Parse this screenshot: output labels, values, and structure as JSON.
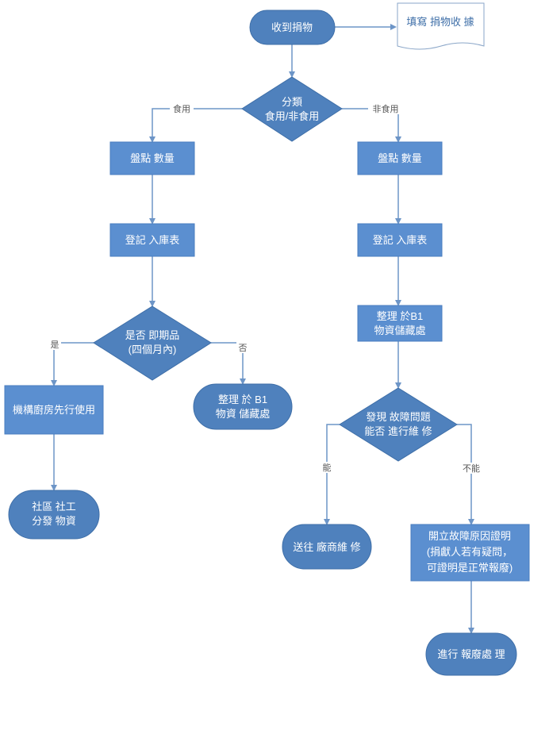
{
  "nodes": {
    "start": "收到捐物",
    "receipt": "填寫 捐物收 據",
    "classify": [
      "分類",
      "食用/非食用"
    ],
    "count_left": "盤點 數量",
    "count_right": "盤點 數量",
    "register_left": "登記 入庫表",
    "register_right": "登記 入庫表",
    "expiry": [
      "是否 即期品",
      "(四個月內)"
    ],
    "kitchen": "機構廚房先行使用",
    "distribute": [
      "社區 社工",
      "分發 物資"
    ],
    "store_left": [
      "整理 於 B1",
      "物資 儲藏處"
    ],
    "store_right": [
      "整理 於B1",
      "物資儲藏處"
    ],
    "repair_q": [
      "發現 故障問題",
      "能否 進行維 修"
    ],
    "vendor": "送往 廠商維 修",
    "proof": [
      "開立故障原因證明",
      "(捐獻人若有疑問，",
      "可證明是正常報廢)"
    ],
    "scrap": "進行 報廢處 理"
  },
  "edges": {
    "food": "食用",
    "nonfood": "非食用",
    "yes": "是",
    "no": "否",
    "can": "能",
    "cannot": "不能"
  }
}
